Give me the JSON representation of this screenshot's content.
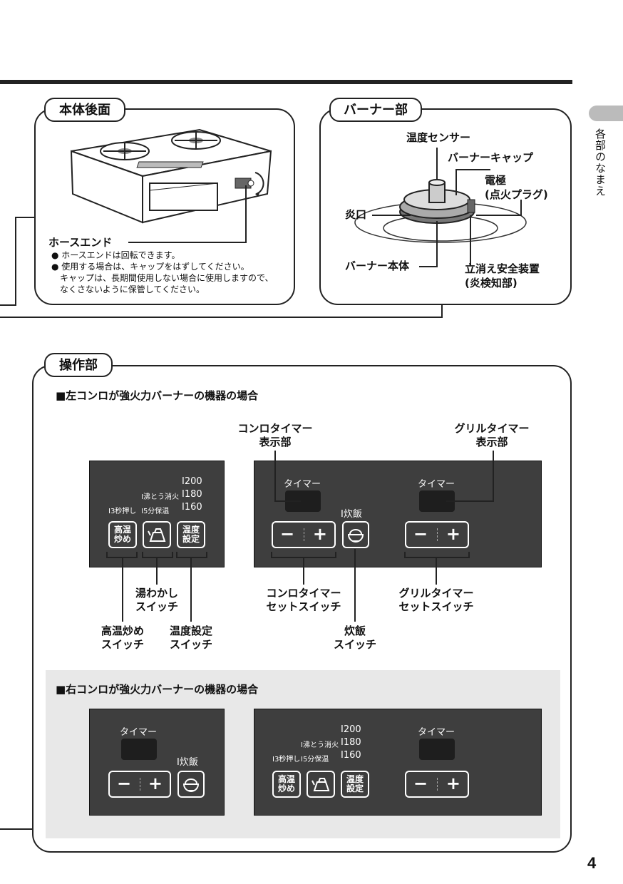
{
  "side_tab": "各部のなまえ",
  "page_number": "4",
  "rear": {
    "title": "本体後面",
    "hose_end_label": "ホースエンド",
    "notes": [
      "● ホースエンドは回転できます。",
      "● 使用する場合は、キャップをはずしてください。",
      "　キャップは、長期間使用しない場合に使用しますので、",
      "　なくさないように保管してください。"
    ]
  },
  "burner": {
    "title": "バーナー部",
    "temp_sensor": "温度センサー",
    "burner_cap": "バーナーキャップ",
    "electrode": "電極",
    "electrode_sub": "(点火プラグ)",
    "flame_port": "炎口",
    "burner_body": "バーナー本体",
    "safety_1": "立消え安全装置",
    "safety_2": "(炎検知部)"
  },
  "controls": {
    "title": "操作部",
    "left_case": "■左コンロが強火力バーナーの機器の場合",
    "right_case": "■右コンロが強火力バーナーの機器の場合",
    "stove_timer_display_1": "コンロタイマー",
    "stove_timer_display_2": "表示部",
    "grill_timer_display_1": "グリルタイマー",
    "grill_timer_display_2": "表示部",
    "kettle_switch_1": "湯わかし",
    "kettle_switch_2": "スイッチ",
    "stirfry_switch_1": "高温炒め",
    "stirfry_switch_2": "スイッチ",
    "tempset_switch_1": "温度設定",
    "tempset_switch_2": "スイッチ",
    "stove_timer_set_1": "コンロタイマー",
    "stove_timer_set_2": "セットスイッチ",
    "grill_timer_set_1": "グリルタイマー",
    "grill_timer_set_2": "セットスイッチ",
    "rice_switch_1": "炊飯",
    "rice_switch_2": "スイッチ",
    "panel": {
      "temp_200": "Ι200",
      "temp_180": "Ι180",
      "temp_160": "Ι160",
      "boil_off": "Ι沸とう消火",
      "keep_warm": "Ι5分保温",
      "hold3": "Ι3秒押し",
      "btn_stirfry_1": "高温",
      "btn_stirfry_2": "炒め",
      "btn_temp_1": "温度",
      "btn_temp_2": "設定",
      "timer": "タイマー",
      "rice": "Ι炊飯",
      "minus": "−",
      "plus": "+"
    }
  }
}
